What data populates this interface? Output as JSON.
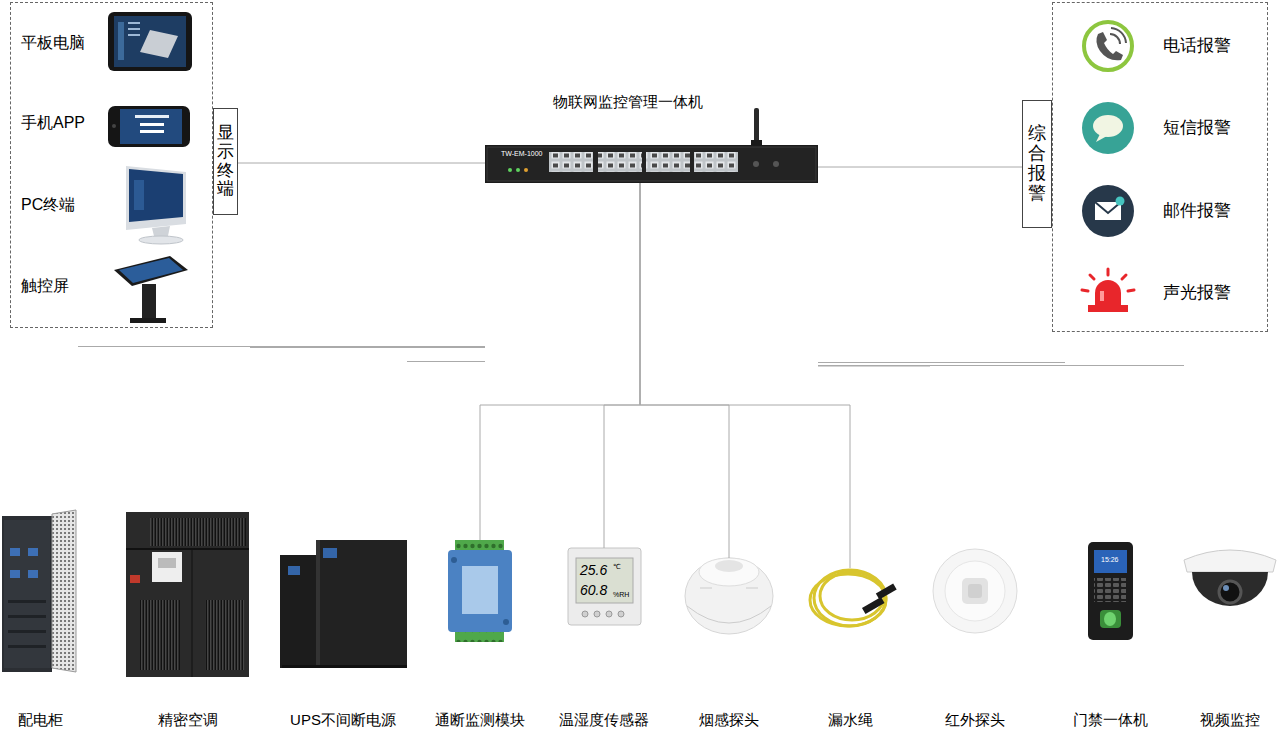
{
  "diagram": {
    "nodes": [
      {
        "text": [
          "平板电脑",
          "手机APP",
          "PC终端",
          "触控屏"
        ]
      },
      {
        "text": [
          "显示终端"
        ]
      },
      {
        "text": [
          "物联网监控管理一体机",
          "TW-EM-1000"
        ]
      },
      {
        "text": [
          "综合报警"
        ]
      },
      {
        "text": [
          "电话报警",
          "短信报警",
          "邮件报警",
          "声光报警"
        ]
      },
      {
        "text": [
          "配电柜"
        ]
      },
      {
        "text": [
          "精密空调"
        ]
      },
      {
        "text": [
          "UPS不间断电源"
        ]
      },
      {
        "text": [
          "通断监测模块"
        ]
      },
      {
        "text": [
          "温湿度传感器"
        ]
      },
      {
        "text": [
          "烟感探头"
        ]
      },
      {
        "text": [
          "漏水绳"
        ]
      },
      {
        "text": [
          "红外探头"
        ]
      },
      {
        "text": [
          "门禁一体机"
        ]
      },
      {
        "text": [
          "视频监控"
        ]
      }
    ],
    "edges": [
      {
        "from": 1,
        "to": 2,
        "arrow": "none"
      },
      {
        "from": 2,
        "to": 3,
        "arrow": "none"
      },
      {
        "from": 2,
        "to": 5,
        "arrow": "none"
      },
      {
        "from": 2,
        "to": 6,
        "arrow": "none"
      },
      {
        "from": 2,
        "to": 7,
        "arrow": "none"
      },
      {
        "from": 2,
        "to": 8,
        "arrow": "none"
      },
      {
        "from": 2,
        "to": 9,
        "arrow": "none"
      },
      {
        "from": 2,
        "to": 10,
        "arrow": "none"
      },
      {
        "from": 2,
        "to": 11,
        "arrow": "none"
      },
      {
        "from": 2,
        "to": 12,
        "arrow": "none"
      },
      {
        "from": 2,
        "to": 13,
        "arrow": "none"
      },
      {
        "from": 2,
        "to": 14,
        "arrow": "none"
      }
    ],
    "labels": [
      "25.6",
      "℃",
      "60.8",
      "%RH",
      "15:26"
    ]
  }
}
